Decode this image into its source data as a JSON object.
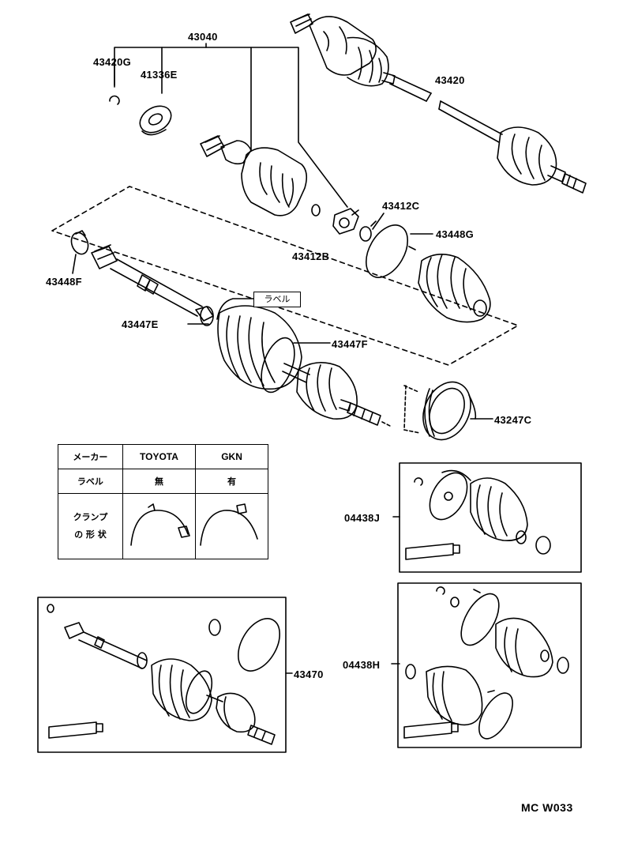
{
  "labels": {
    "p43040": "43040",
    "p43420G": "43420G",
    "p41336E": "41336E",
    "p43420": "43420",
    "p43412C": "43412C",
    "p43448G": "43448G",
    "p43412B": "43412B",
    "p43448F": "43448F",
    "p43447E": "43447E",
    "p43447F": "43447F",
    "p43247C": "43247C",
    "p04438J": "04438J",
    "p04438H": "04438H",
    "p43470": "43470"
  },
  "callout_tag": "ラベル",
  "legend_table": {
    "header": [
      "メーカー",
      "TOYOTA",
      "GKN"
    ],
    "label_row": [
      "ラベル",
      "無",
      "有"
    ],
    "clamp_row_label": [
      "クランプ",
      "の 形 状"
    ]
  },
  "diagram_code": "MC  W033"
}
